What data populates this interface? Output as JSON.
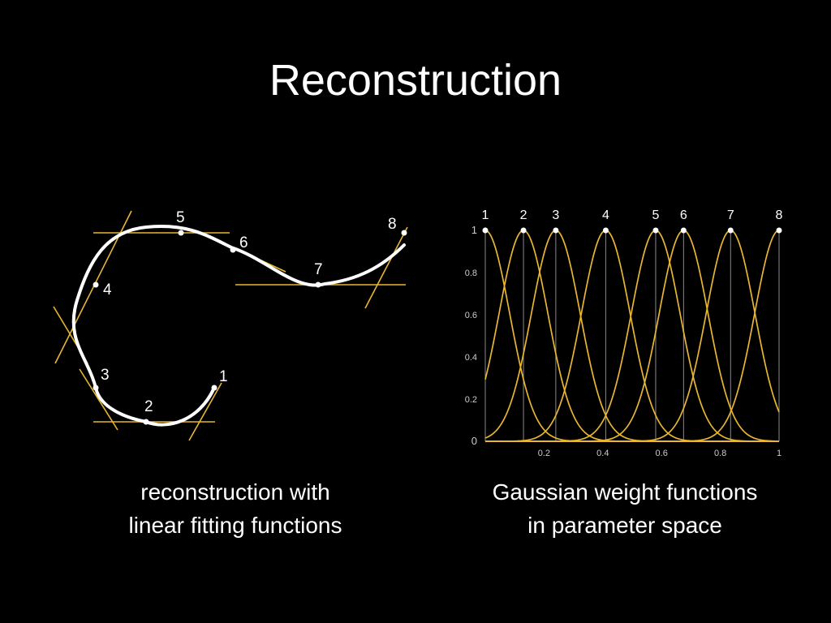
{
  "title": "Reconstruction",
  "colors": {
    "background": "#000000",
    "foreground": "#ffffff",
    "accent": "#e8b631",
    "tick_line": "#8a8a8a"
  },
  "left_figure": {
    "point_labels": [
      "1",
      "2",
      "3",
      "4",
      "5",
      "6",
      "7",
      "8"
    ],
    "caption": [
      "reconstruction with",
      "linear fitting functions"
    ]
  },
  "right_figure": {
    "point_labels": [
      "1",
      "2",
      "3",
      "4",
      "5",
      "6",
      "7",
      "8"
    ],
    "caption": [
      "Gaussian weight functions",
      "in parameter space"
    ]
  },
  "chart_data": {
    "type": "line",
    "title": "",
    "xlabel": "",
    "ylabel": "",
    "xlim": [
      0,
      1
    ],
    "ylim": [
      0,
      1
    ],
    "x_ticks": [
      "0.2",
      "0.4",
      "0.6",
      "0.8",
      "1"
    ],
    "y_ticks": [
      "0",
      "0.2",
      "0.4",
      "0.6",
      "0.8",
      "1"
    ],
    "centers": [
      0.0,
      0.13,
      0.24,
      0.41,
      0.58,
      0.675,
      0.835,
      1.0
    ],
    "sigma": 0.083,
    "peak_value": 1,
    "grid": false,
    "series_color": "#e8b631"
  }
}
